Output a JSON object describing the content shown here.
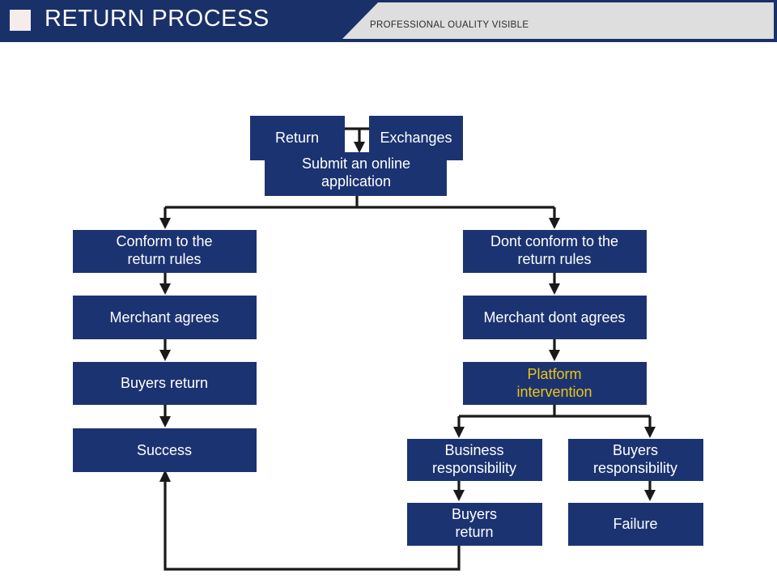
{
  "header": {
    "title": "RETURN PROCESS",
    "subtitle": "PROFESSIONAL OUALITY VISIBLE",
    "square_icon": "square-icon",
    "navy": "#1a3068",
    "gray": "#dedede",
    "square_color": "#f6ecec"
  },
  "flow": {
    "node_fill": "#1c3372",
    "node_text_color": "#ffffff",
    "accent_text_color": "#edc513",
    "connector_color": "#191919",
    "nodes": [
      {
        "id": "return",
        "label_line1": "Return",
        "label_line2": ""
      },
      {
        "id": "exchanges",
        "label_line1": "Exchanges",
        "label_line2": ""
      },
      {
        "id": "submit",
        "label_line1": "Submit an online",
        "label_line2": "application"
      },
      {
        "id": "conform",
        "label_line1": "Conform to the",
        "label_line2": "return rules"
      },
      {
        "id": "dont-conform",
        "label_line1": "Dont conform to the",
        "label_line2": "return rules"
      },
      {
        "id": "merchant-agrees",
        "label_line1": "Merchant agrees",
        "label_line2": ""
      },
      {
        "id": "merchant-dont",
        "label_line1": "Merchant dont agrees",
        "label_line2": ""
      },
      {
        "id": "buyers-return",
        "label_line1": "Buyers return",
        "label_line2": ""
      },
      {
        "id": "platform",
        "label_line1": "Platform",
        "label_line2": "intervention"
      },
      {
        "id": "success",
        "label_line1": "Success",
        "label_line2": ""
      },
      {
        "id": "business-resp",
        "label_line1": "Business",
        "label_line2": "responsibility"
      },
      {
        "id": "buyers-resp",
        "label_line1": "Buyers",
        "label_line2": "responsibility"
      },
      {
        "id": "buyers-return-2",
        "label_line1": "Buyers",
        "label_line2": "return"
      },
      {
        "id": "failure",
        "label_line1": "Failure",
        "label_line2": ""
      }
    ]
  }
}
